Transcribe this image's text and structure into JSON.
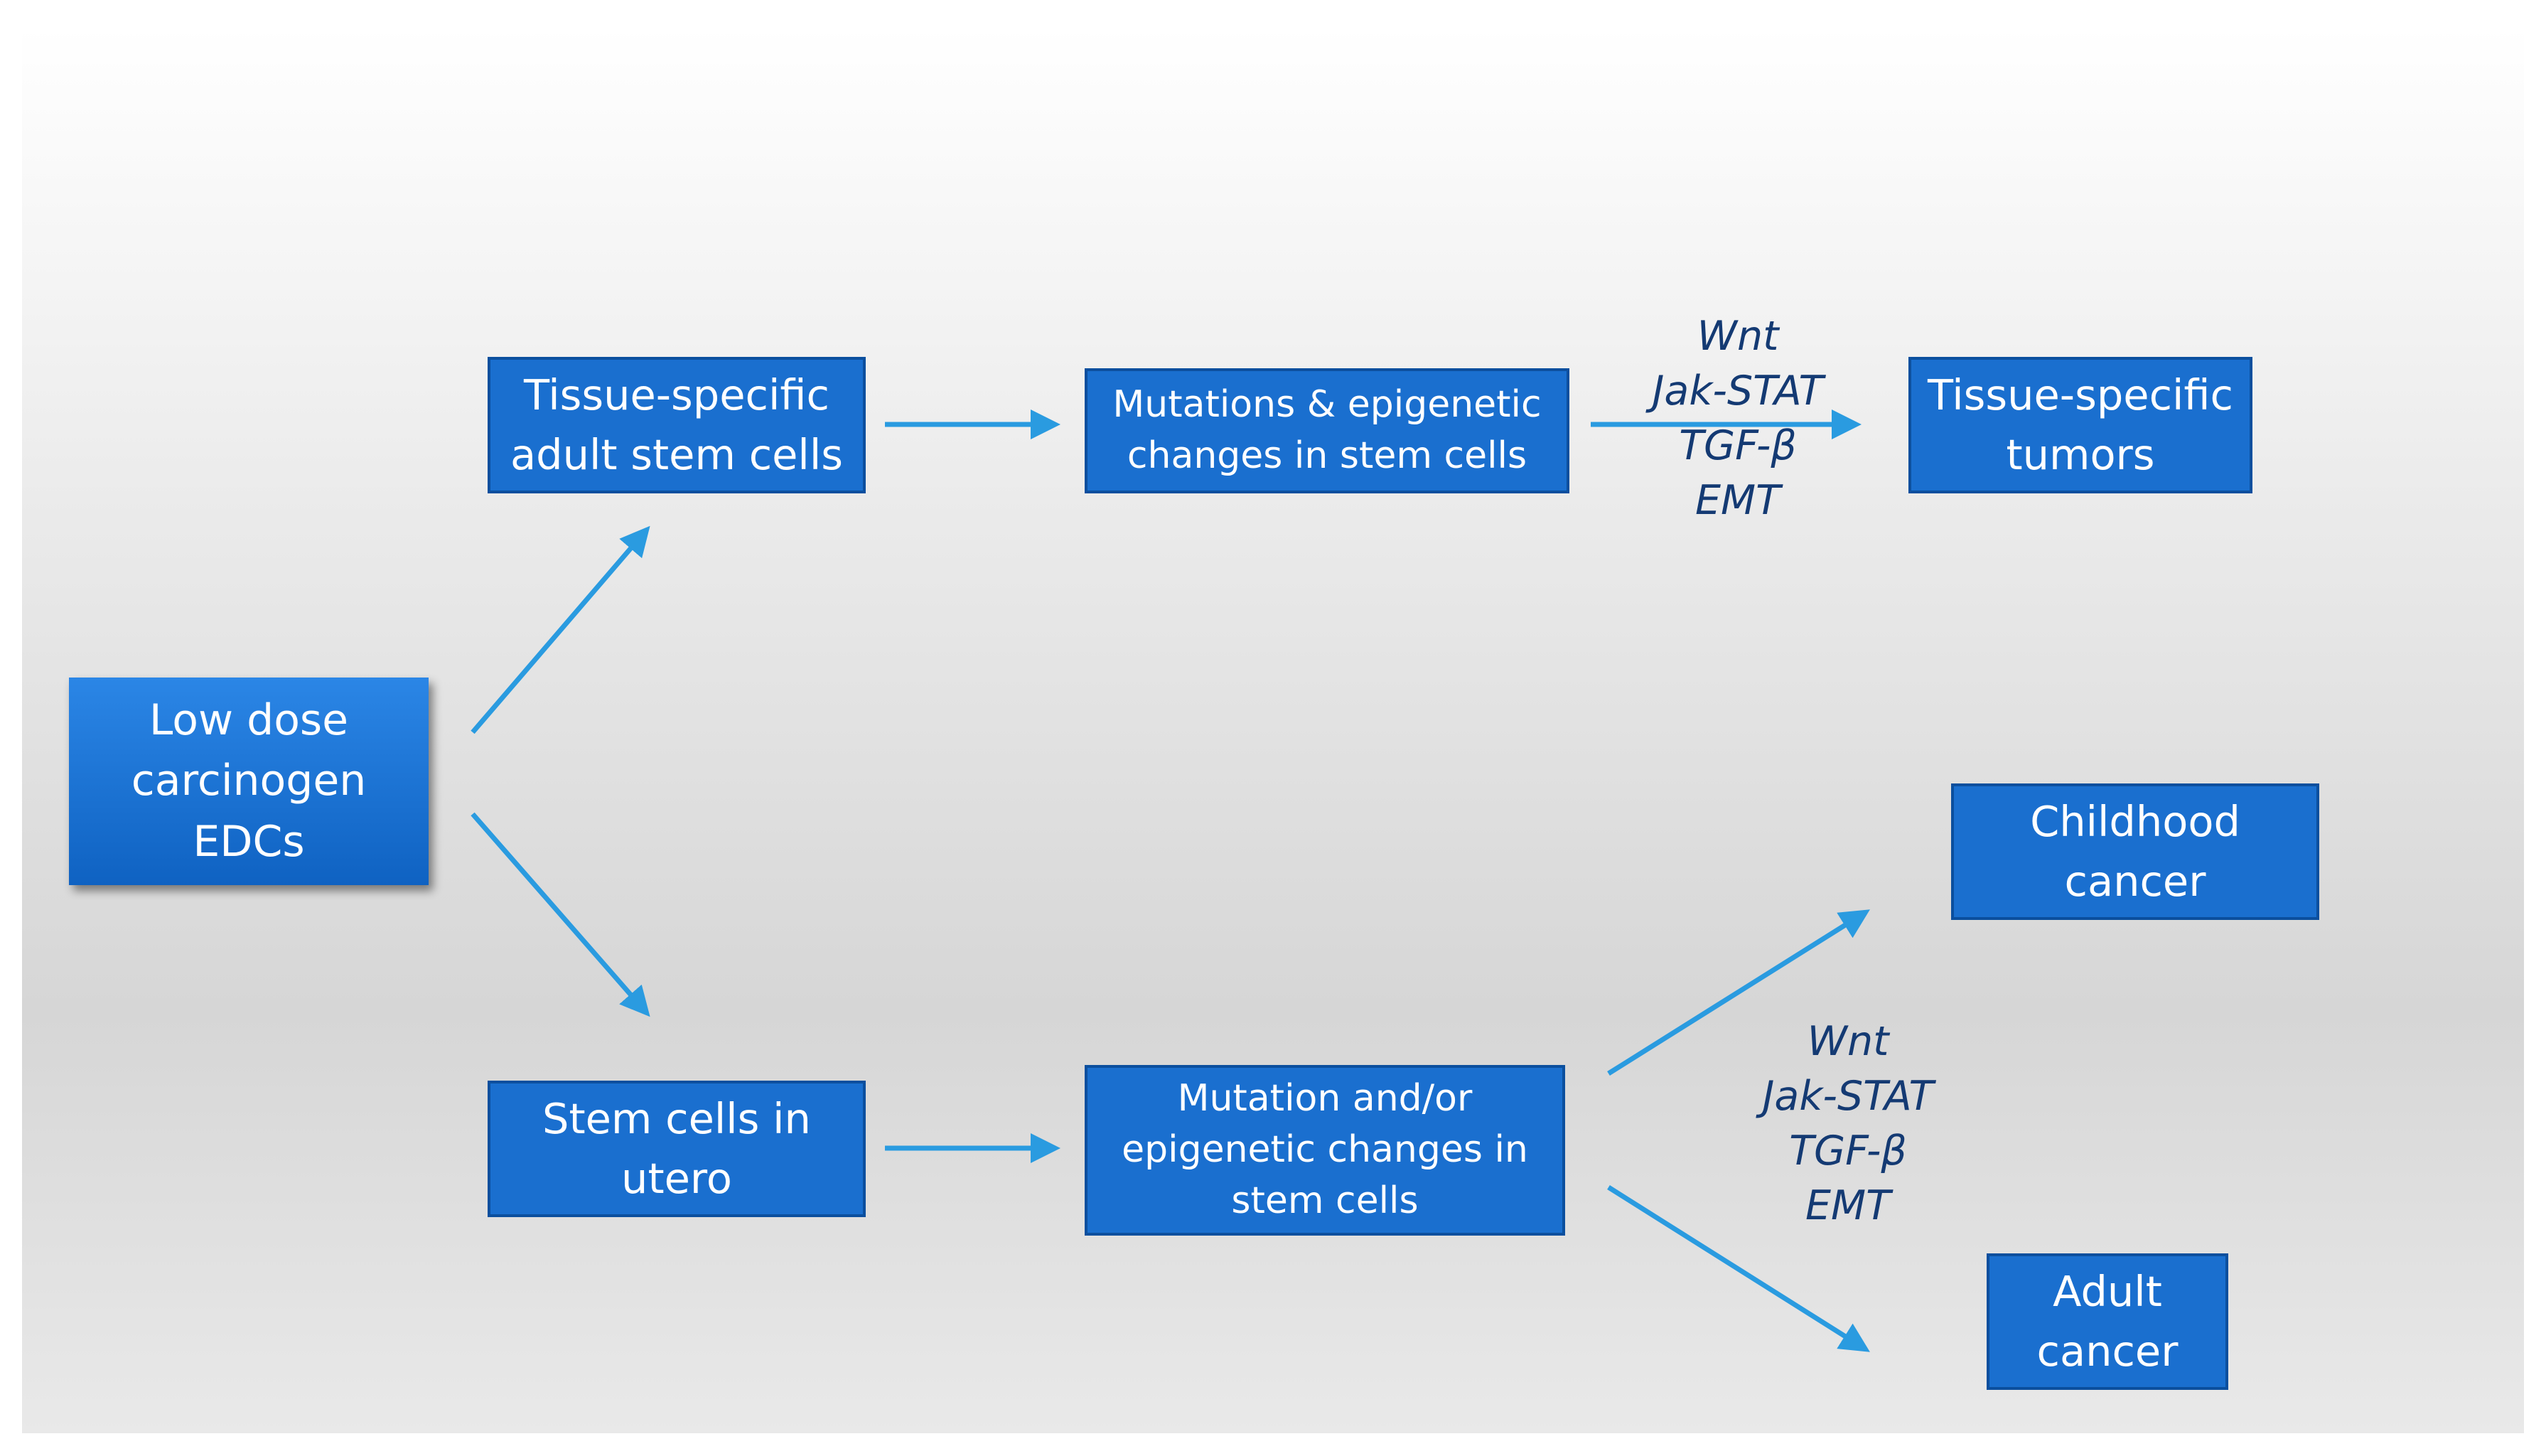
{
  "diagram": {
    "nodes": {
      "start": "Low dose\ncarcinogen\nEDCs",
      "adult_stem": "Tissue-specific\nadult  stem cells",
      "adult_mutation": "Mutations & epigenetic\nchanges in stem cells",
      "tissue_tumors": "Tissue-specific\ntumors",
      "utero_stem": "Stem cells in\nutero",
      "utero_mutation": "Mutation and/or\nepigenetic changes in\nstem cells",
      "childhood": "Childhood\ncancer",
      "adult_cancer": "Adult\ncancer"
    },
    "pathway_labels_top": [
      "Wnt",
      "Jak-STAT",
      "TGF-β",
      "EMT"
    ],
    "pathway_labels_bottom": [
      "Wnt",
      "Jak-STAT",
      "TGF-β",
      "EMT"
    ],
    "colors": {
      "box_fill": "#1a6fcf",
      "box_border": "#0b4f9e",
      "arrow": "#2a9be0",
      "label_text": "#143a73"
    }
  }
}
